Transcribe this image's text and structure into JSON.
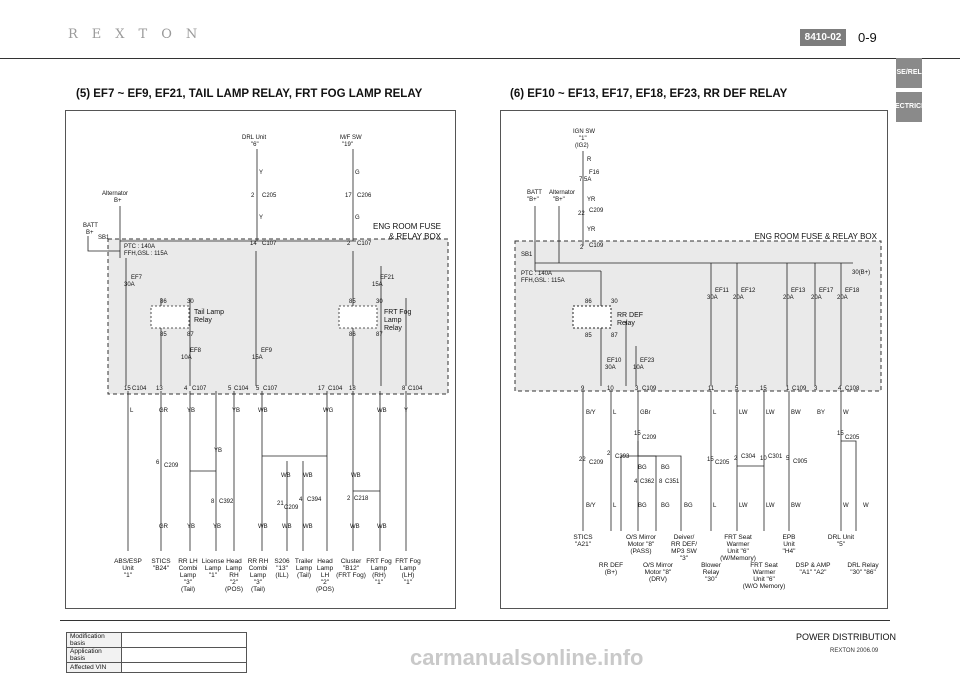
{
  "header": {
    "brand": "REXTON",
    "code": "8410-02",
    "page": "0-9"
  },
  "side_tabs": {
    "tab1": "FUSE/RELAY",
    "tab2": "ELECTRICITY"
  },
  "sections": [
    {
      "title": "(5) EF7 ~ EF9, EF21, TAIL LAMP RELAY, FRT FOG LAMP RELAY"
    },
    {
      "title": "(6) EF10 ~ EF13, EF17, EF18, EF23, RR DEF RELAY"
    }
  ],
  "left_diagram": {
    "box_title": [
      "ENG ROOM FUSE",
      "& RELAY BOX"
    ],
    "batt": [
      "BATT",
      "B+"
    ],
    "alternator": [
      "Alternator",
      "B+"
    ],
    "drl_unit": [
      "DRL Unit",
      "\"6\""
    ],
    "mf_sw": [
      "M/F SW",
      "\"19\""
    ],
    "sb1": "SB1",
    "ptc": [
      "PTC : 140A",
      "FFH,GSL : 115A"
    ],
    "fuses": [
      {
        "name": "EF7",
        "rating": "30A"
      },
      {
        "name": "EF8",
        "rating": "10A"
      },
      {
        "name": "EF9",
        "rating": "15A"
      },
      {
        "name": "EF21",
        "rating": "15A"
      }
    ],
    "relays": [
      {
        "label": [
          "Tail Lamp",
          "Relay"
        ],
        "pins": [
          "86",
          "30",
          "85",
          "87"
        ]
      },
      {
        "label": [
          "FRT Fog",
          "Lamp",
          "Relay"
        ],
        "pins": [
          "85",
          "30",
          "86",
          "87"
        ]
      }
    ],
    "top_connectors": [
      "C205",
      "C206",
      "C107",
      "C107"
    ],
    "top_pins": [
      "2",
      "17",
      "14",
      "2"
    ],
    "top_wires": [
      "Y",
      "Y",
      "G",
      "G"
    ],
    "bottom_connectors": [
      {
        "pin": "15",
        "conn": "C104"
      },
      {
        "pin": "13",
        "conn": ""
      },
      {
        "pin": "4",
        "conn": "C107"
      },
      {
        "pin": "5",
        "conn": "C104"
      },
      {
        "pin": "5",
        "conn": "C107"
      },
      {
        "pin": "17",
        "conn": "C104"
      },
      {
        "pin": "18",
        "conn": ""
      },
      {
        "pin": "8",
        "conn": "C104"
      }
    ],
    "wire_colors_top": [
      "L",
      "GR",
      "YB",
      "YB",
      "WB",
      "WG",
      "WB",
      "Y"
    ],
    "splices": [
      {
        "pin": "6",
        "conn": "C209"
      },
      {
        "pin": "8",
        "conn": "C392"
      },
      {
        "pin": "21",
        "conn": "C209"
      },
      {
        "pin": "4",
        "conn": "C394"
      },
      {
        "pin": "2",
        "conn": "C218"
      }
    ],
    "mid_wires": [
      "YB",
      "WB",
      "WB",
      "WB"
    ],
    "wire_colors_bottom": [
      "GR",
      "YB",
      "YB",
      "WB",
      "WB",
      "WB",
      "WB",
      "WB"
    ],
    "loads": [
      [
        "ABS/ESP",
        "Unit",
        "\"1\""
      ],
      [
        "STICS",
        "\"B24\""
      ],
      [
        "RR LH",
        "Combi",
        "Lamp",
        "\"3\"",
        "(Tail)"
      ],
      [
        "License",
        "Lamp",
        "\"1\""
      ],
      [
        "Head",
        "Lamp",
        "RH",
        "\"2\"",
        "(POS)"
      ],
      [
        "RR RH",
        "Combi",
        "Lamp",
        "\"3\"",
        "(Tail)"
      ],
      [
        "S206",
        "\"13\"",
        "(ILL)"
      ],
      [
        "Trailer",
        "Lamp",
        "(Tail)"
      ],
      [
        "Head",
        "Lamp",
        "LH",
        "\"2\"",
        "(POS)"
      ],
      [
        "Cluster",
        "\"B12\"",
        "(FRT Fog)"
      ],
      [
        "FRT Fog",
        "Lamp",
        "(RH)",
        "\"1\""
      ],
      [
        "FRT Fog",
        "Lamp",
        "(LH)",
        "\"1\""
      ]
    ]
  },
  "right_diagram": {
    "box_title": "ENG ROOM FUSE & RELAY BOX",
    "ign_sw": [
      "IGN SW",
      "\"1\"",
      "(IG2)"
    ],
    "batt": [
      "BATT",
      "\"B+\""
    ],
    "alternator": [
      "Alternator",
      "\"B+\""
    ],
    "f16": {
      "name": "F16",
      "rating": "7.5A"
    },
    "top_wires": [
      "R",
      "YR",
      "YR"
    ],
    "top_conn": [
      {
        "pin": "22",
        "conn": "C209"
      },
      {
        "pin": "2",
        "conn": "C109"
      }
    ],
    "sb1": "SB1",
    "ptc": [
      "PTC : 140A",
      "FFH,GSL : 115A"
    ],
    "relay": {
      "label": [
        "RR DEF",
        "Relay"
      ],
      "pins": [
        "86",
        "30",
        "85",
        "87"
      ]
    },
    "bus_label": "30(B+)",
    "fuses": [
      {
        "name": "EF10",
        "rating": "30A"
      },
      {
        "name": "EF23",
        "rating": "10A"
      },
      {
        "name": "EF11",
        "rating": "30A"
      },
      {
        "name": "EF12",
        "rating": "20A"
      },
      {
        "name": "EF13",
        "rating": "20A"
      },
      {
        "name": "EF17",
        "rating": "20A"
      },
      {
        "name": "EF18",
        "rating": "20A"
      }
    ],
    "bottom_connectors": [
      {
        "pin": "9",
        "conn": ""
      },
      {
        "pin": "10",
        "conn": ""
      },
      {
        "pin": "3",
        "conn": "C109"
      },
      {
        "pin": "11",
        "conn": ""
      },
      {
        "pin": "5",
        "conn": ""
      },
      {
        "pin": "15",
        "conn": ""
      },
      {
        "pin": "1",
        "conn": "C109"
      },
      {
        "pin": "3",
        "conn": ""
      },
      {
        "pin": "4",
        "conn": "C108"
      }
    ],
    "wire_colors_top": [
      "B/Y",
      "L",
      "GBr",
      "L",
      "LW",
      "LW",
      "BW",
      "BY",
      "W"
    ],
    "splices": [
      {
        "pin": "22",
        "conn": "C209"
      },
      {
        "pin": "2",
        "conn": "C393"
      },
      {
        "pin": "15",
        "conn": "C209"
      },
      {
        "pin": "4",
        "conn": "C362"
      },
      {
        "pin": "8",
        "conn": "C351"
      },
      {
        "pin": "15",
        "conn": "C205"
      },
      {
        "pin": "2",
        "conn": "C304"
      },
      {
        "pin": "10",
        "conn": "C301"
      },
      {
        "pin": "5",
        "conn": "C905"
      },
      {
        "pin": "15",
        "conn": "C205"
      }
    ],
    "mid_wires": [
      "BG",
      "BG",
      "BG",
      "BG",
      "BG"
    ],
    "wire_colors_bottom": [
      "B/Y",
      "L",
      "L",
      "LW",
      "LW",
      "BW",
      "W",
      "W"
    ],
    "loads": [
      [
        "STICS",
        "\"A21\""
      ],
      [
        "RR DEF",
        "(B+)"
      ],
      [
        "O/S Mirror",
        "Motor \"8\"",
        "(PASS)"
      ],
      [
        "O/S Mirror",
        "Motor \"8\"",
        "(DRV)"
      ],
      [
        "Deiver/",
        "RR DEF/",
        "MP3 SW",
        "\"3\""
      ],
      [
        "Blower",
        "Relay",
        "\"30\""
      ],
      [
        "FRT Seat",
        "Warmer",
        "Unit \"6\"",
        "(W/Memory)"
      ],
      [
        "FRT Seat",
        "Warmer",
        "Unit \"6\"",
        "(W/O Memory)"
      ],
      [
        "EPB",
        "Unit",
        "\"H4\""
      ],
      [
        "DSP & AMP",
        "\"A1\" \"A2\""
      ],
      [
        "DRL Unit",
        "\"5\""
      ],
      [
        "DRL Relay",
        "\"30\" \"86\""
      ]
    ]
  },
  "footer": {
    "rows": [
      {
        "label": "Modification basis",
        "value": ""
      },
      {
        "label": "Application basis",
        "value": ""
      },
      {
        "label": "Affected VIN",
        "value": ""
      }
    ],
    "title": "POWER DISTRIBUTION",
    "subtitle": "REXTON 2006.09",
    "watermark": "carmanualsonline.info"
  }
}
